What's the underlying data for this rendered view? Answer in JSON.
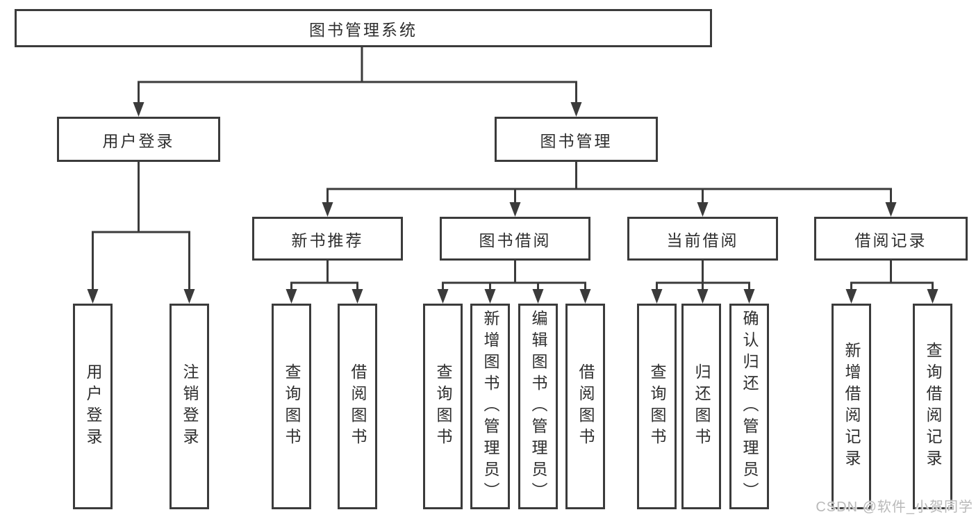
{
  "colors": {
    "line": "#3b3b3b",
    "box_border": "#3b3b3b",
    "text": "#2e2e2e",
    "background": "#ffffff",
    "watermark": "#b9b9b9"
  },
  "watermark": "CSDN @软件_小贺同学",
  "tree": {
    "root": "图书管理系统",
    "branches": [
      {
        "label": "用户登录",
        "children": [
          "用户登录",
          "注销登录"
        ]
      },
      {
        "label": "图书管理",
        "groups": [
          {
            "label": "新书推荐",
            "children": [
              "查询图书",
              "借阅图书"
            ]
          },
          {
            "label": "图书借阅",
            "children": [
              "查询图书",
              "新增图书（管理员）",
              "编辑图书（管理员）",
              "借阅图书"
            ]
          },
          {
            "label": "当前借阅",
            "children": [
              "查询图书",
              "归还图书",
              "确认归还（管理员）"
            ]
          },
          {
            "label": "借阅记录",
            "children": [
              "新增借阅记录",
              "查询借阅记录"
            ]
          }
        ]
      }
    ]
  }
}
